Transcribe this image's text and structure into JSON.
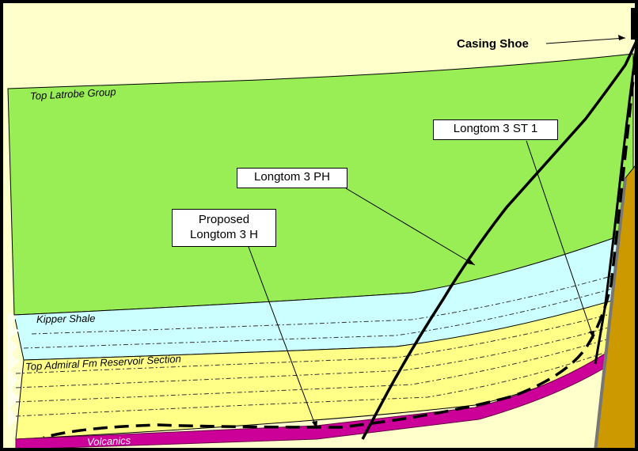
{
  "annotations": {
    "casing_shoe": "Casing Shoe",
    "longtom_3_st1": "Longtom 3 ST 1",
    "longtom_3_ph": "Longtom 3 PH",
    "proposed_line1": "Proposed",
    "proposed_line2": "Longtom 3 H"
  },
  "layers": {
    "top_latrobe": "Top Latrobe Group",
    "kipper_shale": "Kipper Shale",
    "top_admiral": "Top Admiral Fm Reservoir Section",
    "volcanics": "Volcanics"
  },
  "colors": {
    "overburden": "#FFFFCC",
    "latrobe": "#99EE55",
    "kipper": "#CCFFFF",
    "reservoir": "#FFFF88",
    "volcanics": "#CC0099",
    "basement": "#CC9900",
    "frame": "#000000"
  }
}
